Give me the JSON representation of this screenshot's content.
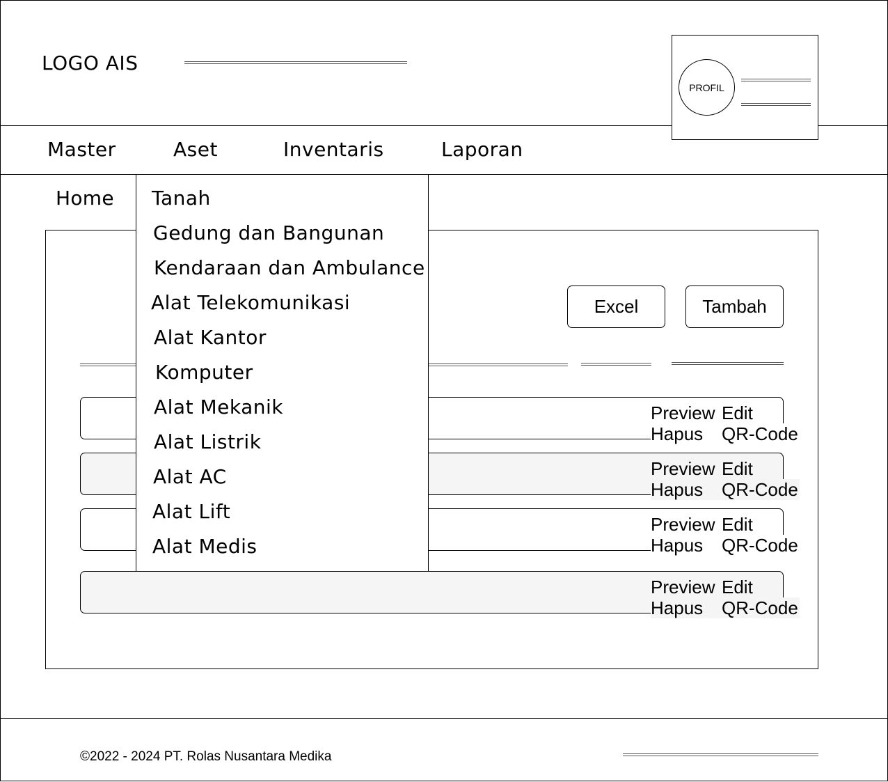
{
  "header": {
    "logo_text": "LOGO AIS",
    "profile_label": "PROFIL"
  },
  "nav": {
    "items": [
      "Master",
      "Aset",
      "Inventaris",
      "Laporan"
    ]
  },
  "breadcrumb": {
    "home": "Home"
  },
  "dropdown": {
    "parent": "Aset",
    "items": [
      "Tanah",
      "Gedung dan Bangunan",
      "Kendaraan dan Ambulance",
      "Alat Telekomunikasi",
      "Alat Kantor",
      "Komputer",
      "Alat Mekanik",
      "Alat Listrik",
      "Alat AC",
      "Alat Lift",
      "Alat Medis"
    ]
  },
  "toolbar": {
    "excel_label": "Excel",
    "tambah_label": "Tambah"
  },
  "table": {
    "actions": {
      "preview": "Preview",
      "edit": "Edit",
      "hapus": "Hapus",
      "qrcode": "QR-Code"
    },
    "rows": 4
  },
  "footer": {
    "copyright": "©2022 - 2024 PT. Rolas Nusantara Medika"
  }
}
